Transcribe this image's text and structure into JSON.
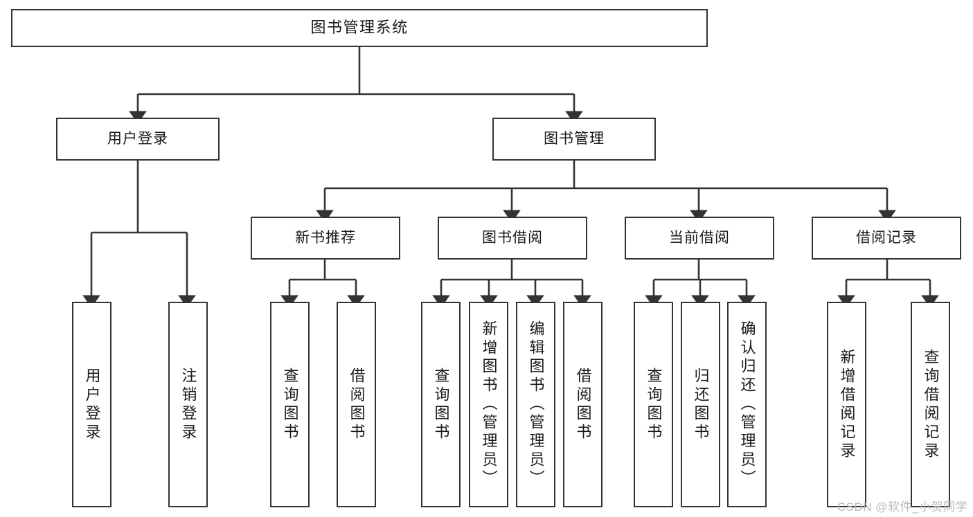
{
  "diagram": {
    "title": "图书管理系统",
    "type": "functional-decomposition-tree",
    "watermark": "CSDN @软件_小贺同学",
    "colors": {
      "box_border": "#333333",
      "box_fill": "#ffffff",
      "edge": "#333333",
      "text": "#1a1a1a",
      "watermark": "#b9b9b9"
    },
    "root": {
      "label": "图书管理系统"
    },
    "level2": [
      {
        "label": "用户登录"
      },
      {
        "label": "图书管理"
      }
    ],
    "level3": [
      {
        "label": "新书推荐"
      },
      {
        "label": "图书借阅"
      },
      {
        "label": "当前借阅"
      },
      {
        "label": "借阅记录"
      }
    ],
    "leaves": {
      "user_login": [
        {
          "label": "用户登录"
        },
        {
          "label": "注销登录"
        }
      ],
      "new_book_recommend": [
        {
          "label": "查询图书"
        },
        {
          "label": "借阅图书"
        }
      ],
      "book_borrow": [
        {
          "label": "查询图书"
        },
        {
          "label": "新增图书（管理员）"
        },
        {
          "label": "编辑图书（管理员）"
        },
        {
          "label": "借阅图书"
        }
      ],
      "current_borrow": [
        {
          "label": "查询图书"
        },
        {
          "label": "归还图书"
        },
        {
          "label": "确认归还（管理员）"
        }
      ],
      "borrow_record": [
        {
          "label": "新增借阅记录"
        },
        {
          "label": "查询借阅记录"
        }
      ]
    }
  }
}
